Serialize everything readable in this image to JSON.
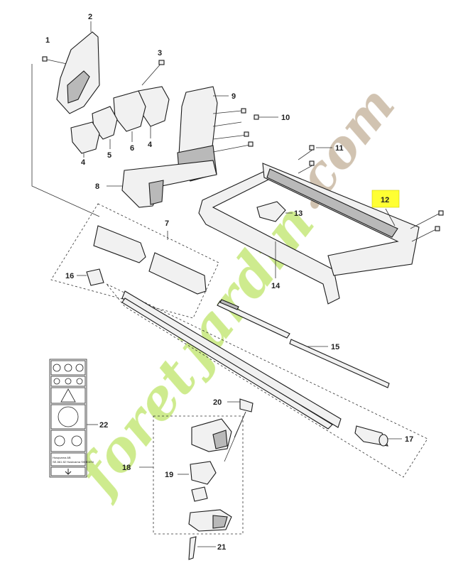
{
  "diagram": {
    "part_labels": [
      "1",
      "2",
      "3",
      "4",
      "4",
      "5",
      "6",
      "7",
      "8",
      "9",
      "10",
      "11",
      "12",
      "13",
      "14",
      "15",
      "16",
      "17",
      "18",
      "19",
      "20",
      "21",
      "22"
    ],
    "highlighted_label": "12",
    "highlight_color": "#ffff33",
    "watermark": {
      "text_primary": "foret",
      "text_secondary": "jardin",
      "text_tld": ".com",
      "color_primary": "#c6e87a",
      "color_tld": "#c9b9a3"
    },
    "decal": {
      "lines": [
        "Husqvarna AB",
        "SE-561 82 Huskvarna SWEDEN"
      ]
    }
  }
}
